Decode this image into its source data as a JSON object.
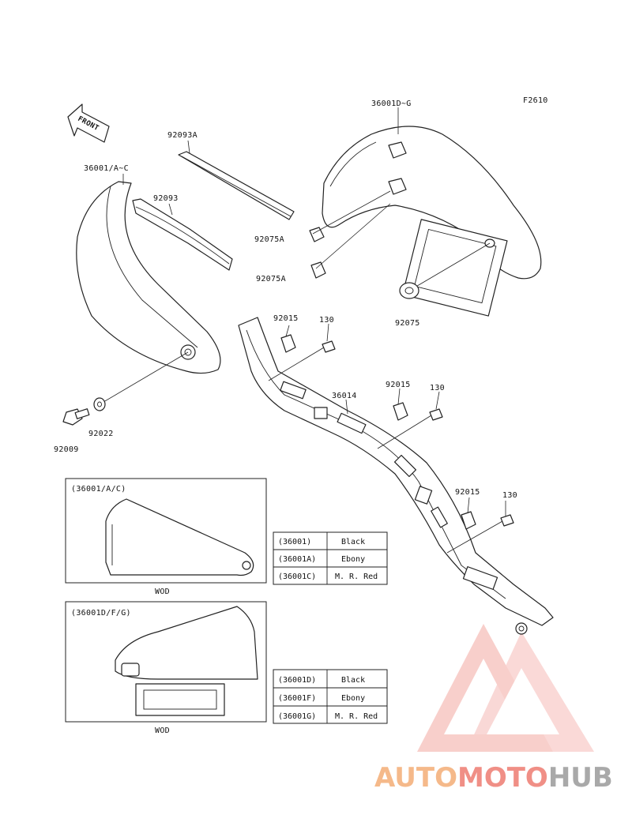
{
  "figure_code": "F2610",
  "front_label": "FRONT",
  "callouts": {
    "c36001DG": "36001D~G",
    "c92093A": "92093A",
    "c36001AC": "36001/A~C",
    "c92093": "92093",
    "c92075A_1": "92075A",
    "c92075A_2": "92075A",
    "c92075": "92075",
    "c92015_1": "92015",
    "c130_1": "130",
    "c36014": "36014",
    "c92015_2": "92015",
    "c130_2": "130",
    "c92022": "92022",
    "c92009": "92009",
    "c92015_3": "92015",
    "c130_3": "130"
  },
  "variants": [
    {
      "box_label": "(36001/A/C)",
      "note": "WOD",
      "colors": [
        {
          "code": "(36001)",
          "color": "Black"
        },
        {
          "code": "(36001A)",
          "color": "Ebony"
        },
        {
          "code": "(36001C)",
          "color": "M. R. Red"
        }
      ]
    },
    {
      "box_label": "(36001D/F/G)",
      "note": "WOD",
      "colors": [
        {
          "code": "(36001D)",
          "color": "Black"
        },
        {
          "code": "(36001F)",
          "color": "Ebony"
        },
        {
          "code": "(36001G)",
          "color": "M. R. Red"
        }
      ]
    }
  ],
  "watermark": {
    "part1": "AUTO",
    "part2": "MOTO",
    "part3": "HUB",
    "color1": "#f5b98a",
    "color2": "#f08f86",
    "color3": "#a9a9a9"
  }
}
